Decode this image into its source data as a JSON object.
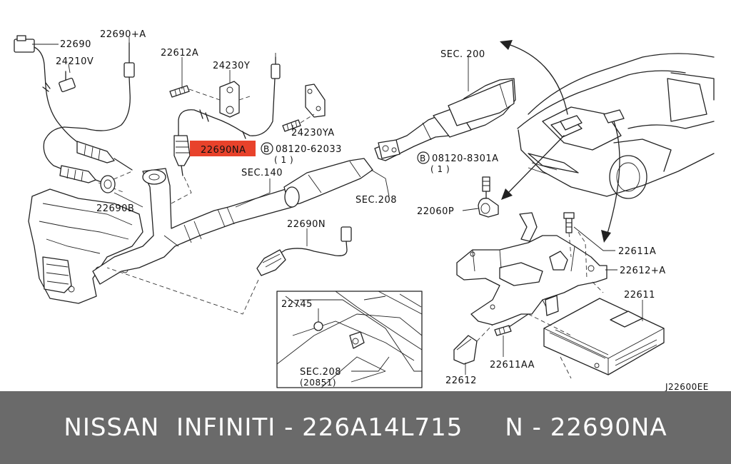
{
  "labels": {
    "l22690": "22690",
    "l22690A": "22690+A",
    "l24210V": "24210V",
    "l22612A": "22612A",
    "l24230Y": "24230Y",
    "l22690NA": "22690NA",
    "l24230YA": "24230YA",
    "bolt1_code": "08120-62033",
    "bolt1_qty": "( 1 )",
    "bolt2_code": "08120-8301A",
    "bolt2_qty": "( 1 )",
    "sec200": "SEC. 200",
    "sec140": "SEC.140",
    "sec208": "SEC.208",
    "l22060P": "22060P",
    "l22690B": "22690B",
    "l22690N": "22690N",
    "l22611A": "22611A",
    "l22612pA": "22612+A",
    "l22611": "22611",
    "l22745": "22745",
    "inset_sec": "SEC.208",
    "inset_sub": "(20851)",
    "l22612": "22612",
    "l22611AA": "22611AA",
    "drawing_id": "J22600EE",
    "circle_b": "B"
  },
  "colors": {
    "highlight": "#e8422b",
    "footer_bg": "#6a6a6a",
    "footer_text": "#ffffff",
    "line": "#222222"
  },
  "footer": {
    "text": "NISSAN  INFINITI - 226A14L715     N - 22690NA"
  }
}
